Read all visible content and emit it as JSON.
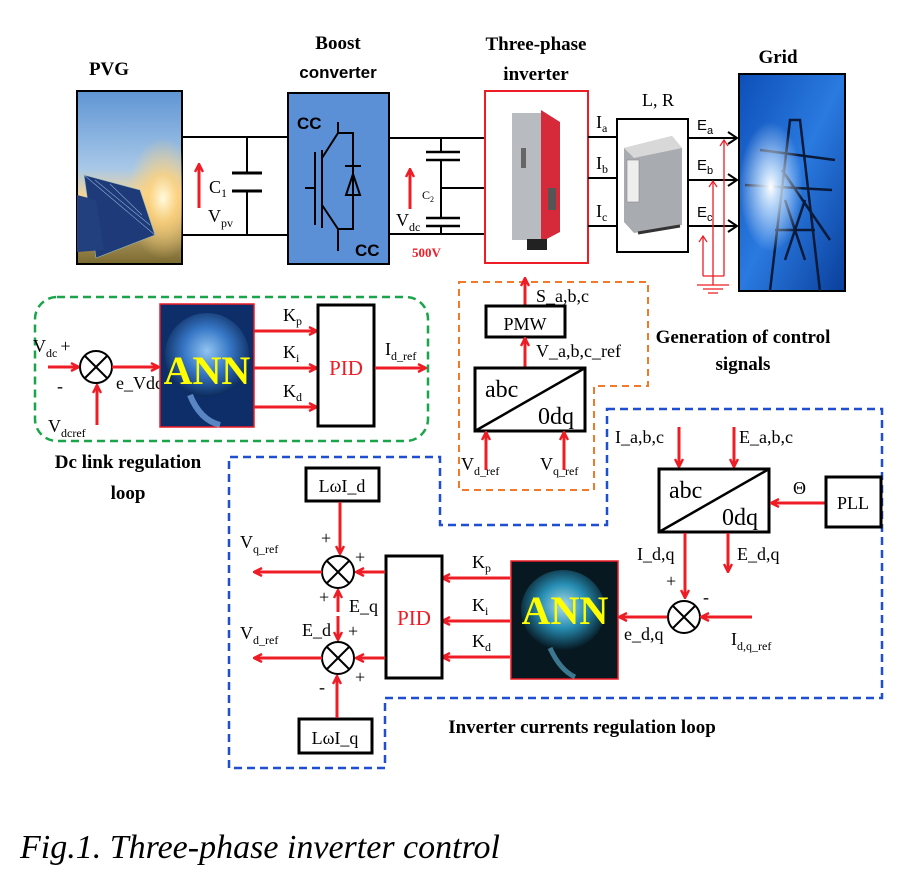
{
  "power_stage": {
    "pvg": {
      "title": "PVG"
    },
    "boost": {
      "title_line1": "Boost",
      "title_line2": "converter",
      "cc_top": "CC",
      "cc_bottom": "CC"
    },
    "c1": {
      "label": "C",
      "sub": "1",
      "voltage": "V",
      "voltage_sub": "pv"
    },
    "c2": {
      "label": "C",
      "sub": "2",
      "voltage": "V",
      "voltage_sub": "dc",
      "value": "500V"
    },
    "inverter": {
      "title_line1": "Three-phase",
      "title_line2": "inverter"
    },
    "currents": [
      {
        "label": "I",
        "sub": "a"
      },
      {
        "label": "I",
        "sub": "b"
      },
      {
        "label": "I",
        "sub": "c"
      }
    ],
    "filter": {
      "title": "L, R"
    },
    "voltages": [
      {
        "label": "E",
        "sub": "a"
      },
      {
        "label": "E",
        "sub": "b"
      },
      {
        "label": "E",
        "sub": "c"
      }
    ],
    "grid": {
      "title": "Grid"
    }
  },
  "dc_loop": {
    "vdc": "V",
    "vdc_sub": "dc",
    "plus": "+",
    "minus": "-",
    "vdcref": "V",
    "vdcref_sub": "dcref",
    "error": "e_Vdc",
    "ann": "ANN",
    "gains": [
      {
        "label": "K",
        "sub": "p"
      },
      {
        "label": "K",
        "sub": "i"
      },
      {
        "label": "K",
        "sub": "d"
      }
    ],
    "pid": "PID",
    "output": "I",
    "output_sub": "d_ref",
    "title_line1": "Dc link regulation",
    "title_line2": "loop"
  },
  "control_signals": {
    "s_label": "S_a,b,c",
    "pwm": "PMW",
    "vref_label": "V_a,b,c_ref",
    "transform_top": "abc",
    "transform_bottom": "0dq",
    "vd_ref": "V",
    "vd_ref_sub": "d_ref",
    "vq_ref": "V",
    "vq_ref_sub": "q_ref",
    "title_line1": "Generation  of control",
    "title_line2": "signals"
  },
  "current_loop": {
    "i_abc": "I_a,b,c",
    "e_abc": "E_a,b,c",
    "transform_top": "abc",
    "transform_bottom": "0dq",
    "theta": "Θ",
    "pll": "PLL",
    "i_dq": "I_d,q",
    "e_dq": "E_d,q",
    "plus": "+",
    "minus": "-",
    "error": "e_d,q",
    "i_ref": "I",
    "i_ref_sub": "d,q_ref",
    "ann": "ANN",
    "gains": [
      {
        "label": "K",
        "sub": "p"
      },
      {
        "label": "K",
        "sub": "i"
      },
      {
        "label": "K",
        "sub": "d"
      }
    ],
    "pid": "PID",
    "lwid": "LωI_d",
    "lwiq": "LωI_q",
    "vq_ref": "V",
    "vq_ref_sub": "q_ref",
    "vd_ref": "V",
    "vd_ref_sub": "d_ref",
    "e_q": "E_q",
    "e_d": "E_d",
    "title": "Inverter currents regulation loop"
  },
  "caption": "Fig.1. Three-phase inverter control",
  "colors": {
    "signal": "#ee1c25",
    "dc_loop_border": "#1aa54a",
    "current_loop_border": "#1f4fd0",
    "boost_fill": "#5b8fd6",
    "ann_bg": "#0c2a4a",
    "ann_text": "#ffff00"
  }
}
